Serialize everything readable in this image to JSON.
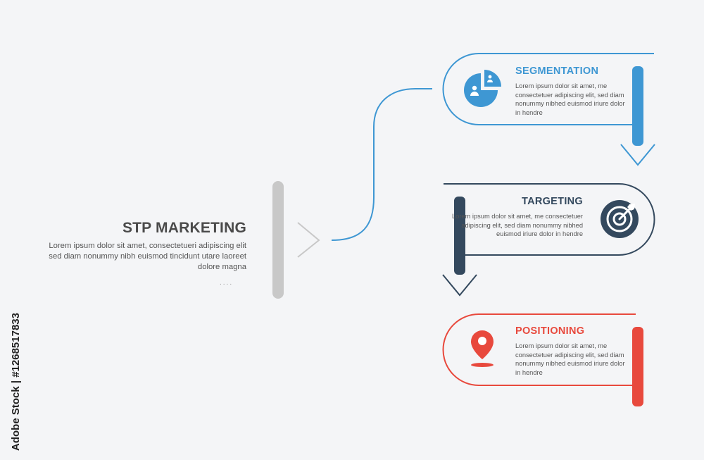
{
  "main": {
    "title": "STP MARKETING",
    "description": "Lorem ipsum dolor sit amet, consectetueri adipiscing elit sed diam nonummy nibh euismod tincidunt utare laoreet dolore magna",
    "dots": "...."
  },
  "steps": [
    {
      "title": "SEGMENTATION",
      "description": "Lorem ipsum dolor sit amet, me consectetuer adipiscing elit, sed diam nonummy nibhed euismod  iriure dolor in hendre",
      "color": "#3e97d3",
      "icon": "pie-chart-person-icon"
    },
    {
      "title": "TARGETING",
      "description": "Lorem ipsum dolor sit amet, me consectetuer adipiscing elit, sed diam nonummy nibhed euismod  iriure dolor in hendre",
      "color": "#34495e",
      "icon": "target-arrow-icon"
    },
    {
      "title": "POSITIONING",
      "description": "Lorem ipsum dolor sit amet, me consectetuer adipiscing elit, sed diam nonummy nibhed euismod  iriure dolor in hendre",
      "color": "#e8493d",
      "icon": "location-pin-icon"
    }
  ],
  "watermark": "Adobe Stock | #1268517833"
}
